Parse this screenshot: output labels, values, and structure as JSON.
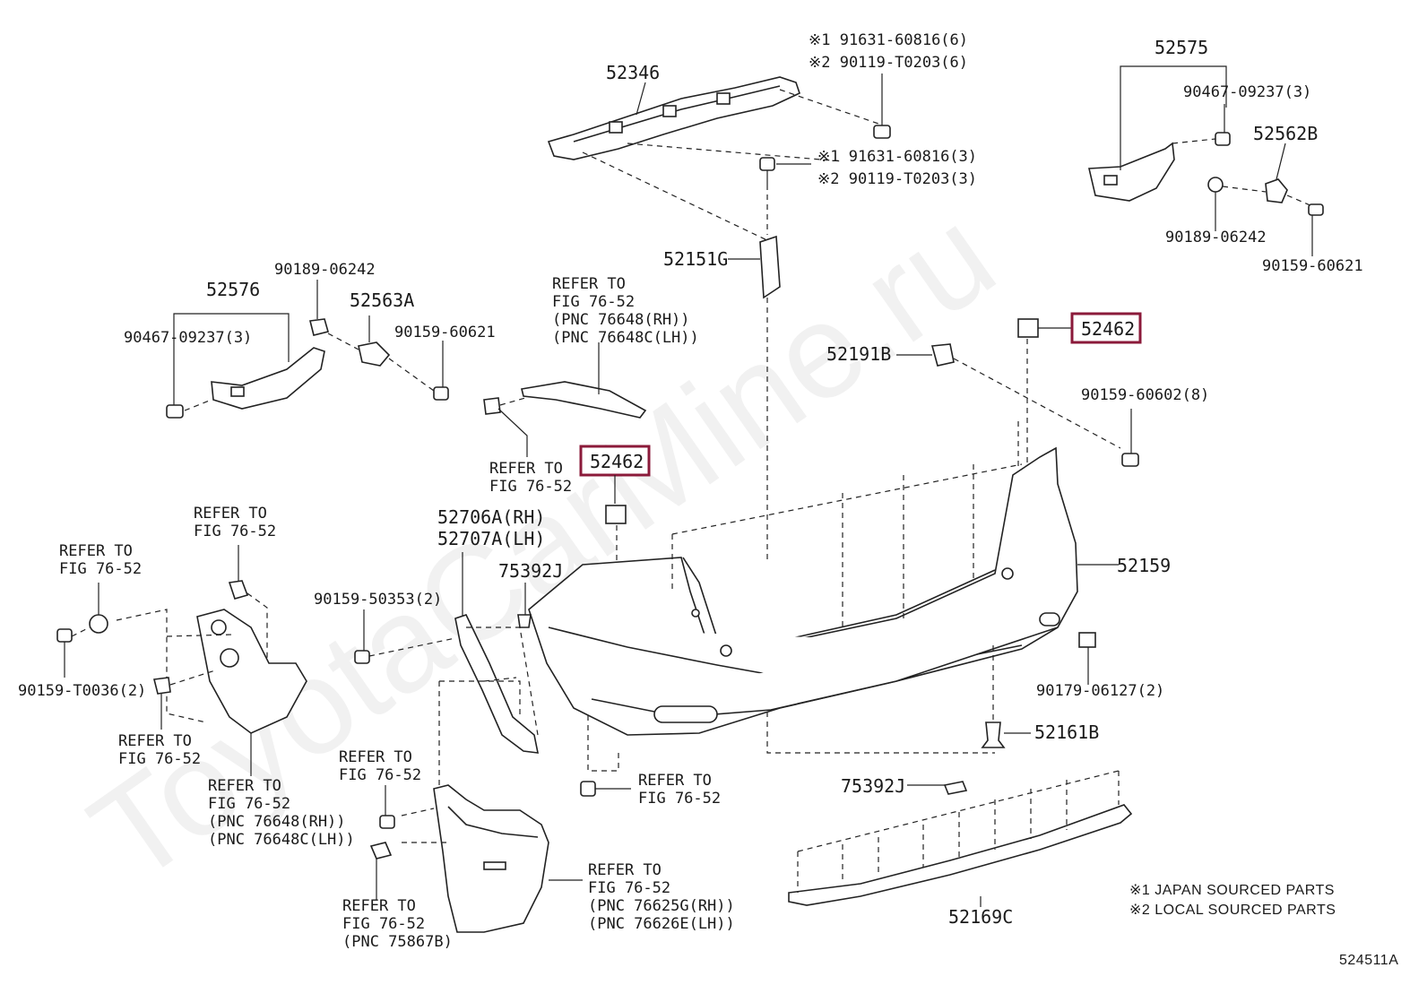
{
  "watermark": "ToyotaCarMine.ru",
  "labels": {
    "p52346": "52346",
    "p52575": "52575",
    "p52562B": "52562B",
    "p52576": "52576",
    "p52563A": "52563A",
    "p52151G": "52151G",
    "p52191B": "52191B",
    "p52462_right": "52462",
    "p52462_left": "52462",
    "p52159": "52159",
    "p52706A": "52706A(RH)",
    "p52707A": "52707A(LH)",
    "p75392J_a": "75392J",
    "p75392J_b": "75392J",
    "p52161B": "52161B",
    "p52169C": "52169C",
    "b1_line1": "※1 91631-60816(6)",
    "b1_line2": "※2 90119-T0203(6)",
    "b2_line1": "※1 91631-60816(3)",
    "b2_line2": "※2 90119-T0203(3)",
    "p90467_right": "90467-09237(3)",
    "p90189_right": "90189-06242",
    "p90159_60621_right": "90159-60621",
    "p90189_left": "90189-06242",
    "p90467_left": "90467-09237(3)",
    "p90159_60621_left": "90159-60621",
    "p90159_60602": "90159-60602(8)",
    "p90159_50353": "90159-50353(2)",
    "p90159_T0036": "90159-T0036(2)",
    "p90179_06127": "90179-06127(2)",
    "refer_main": [
      "REFER TO",
      "FIG 76-52",
      "(PNC 76648(RH))",
      "(PNC 76648C(LH))"
    ],
    "refer_center": [
      "REFER TO",
      "FIG 76-52"
    ],
    "refer_topleft": [
      "REFER TO",
      "FIG 76-52"
    ],
    "refer_farleft": [
      "REFER TO",
      "FIG 76-52"
    ],
    "refer_midleft": [
      "REFER TO",
      "FIG 76-52"
    ],
    "refer_lowleft": [
      "REFER TO",
      "FIG 76-52",
      "(PNC 76648(RH))",
      "(PNC 76648C(LH))"
    ],
    "refer_mudflap_top": [
      "REFER TO",
      "FIG 76-52"
    ],
    "refer_mudflap_bottom": [
      "REFER TO",
      "FIG 76-52",
      "(PNC 75867B)"
    ],
    "refer_mudflap_right": [
      "REFER TO",
      "FIG 76-52",
      "(PNC 76625G(RH))",
      "(PNC 76626E(LH))"
    ],
    "refer_bolt": [
      "REFER TO",
      "FIG 76-52"
    ]
  },
  "notes": {
    "japan": "※1 JAPAN SOURCED PARTS",
    "local": "※2 LOCAL SOURCED PARTS"
  },
  "figure_id": "524511A",
  "colors": {
    "highlight": "#8b1a3a",
    "ink": "#222222",
    "watermark": "#f1f1f1"
  }
}
